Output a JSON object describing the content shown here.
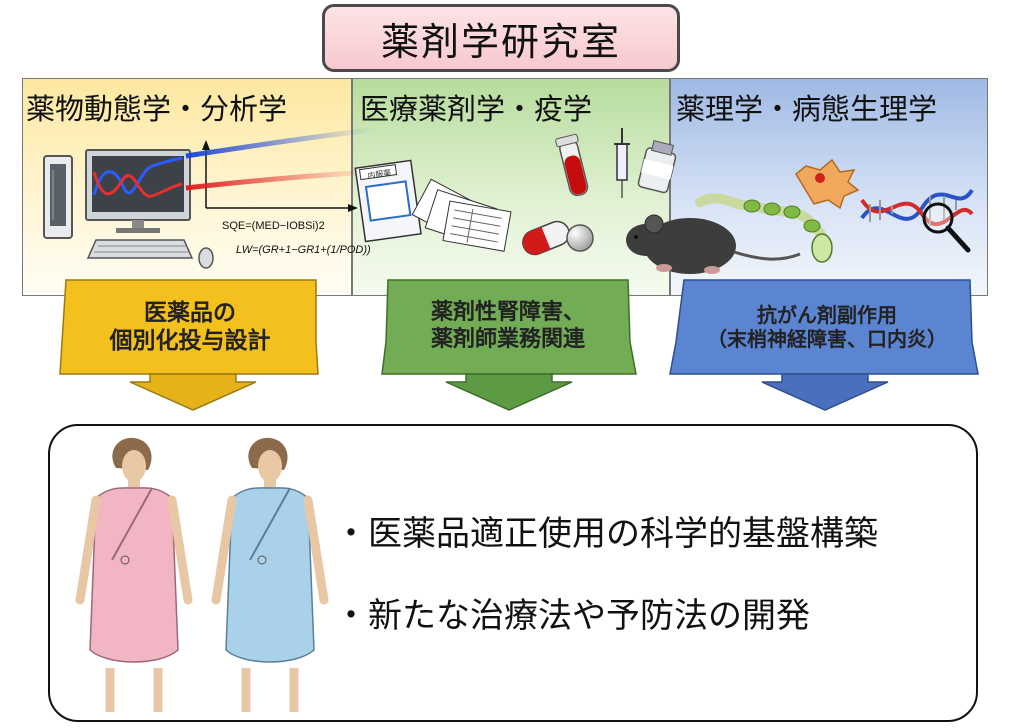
{
  "title": "薬剤学研究室",
  "panels": [
    {
      "heading": "薬物動態学・分析学",
      "color": "#f2c623"
    },
    {
      "heading": "医療薬剤学・疫学",
      "color": "#6aa84f"
    },
    {
      "heading": "薬理学・病態生理学",
      "color": "#4a74c9"
    }
  ],
  "formulas": {
    "sqe": "SQE=(MED−IOBSi)2",
    "lw": "LW=(GR+1−GR1+(1/POD))"
  },
  "medicine_bag_label": "内服薬",
  "banners": [
    {
      "line1": "医薬品の",
      "line2": "個別化投与設計"
    },
    {
      "line1": "薬剤性腎障害、",
      "line2": "薬剤師業務関連"
    },
    {
      "line1": "抗がん剤副作用",
      "line2": "（末梢神経障害、口内炎）"
    }
  ],
  "goals": [
    "・医薬品適正使用の科学的基盤構築",
    "・新たな治療法や予防法の開発"
  ]
}
